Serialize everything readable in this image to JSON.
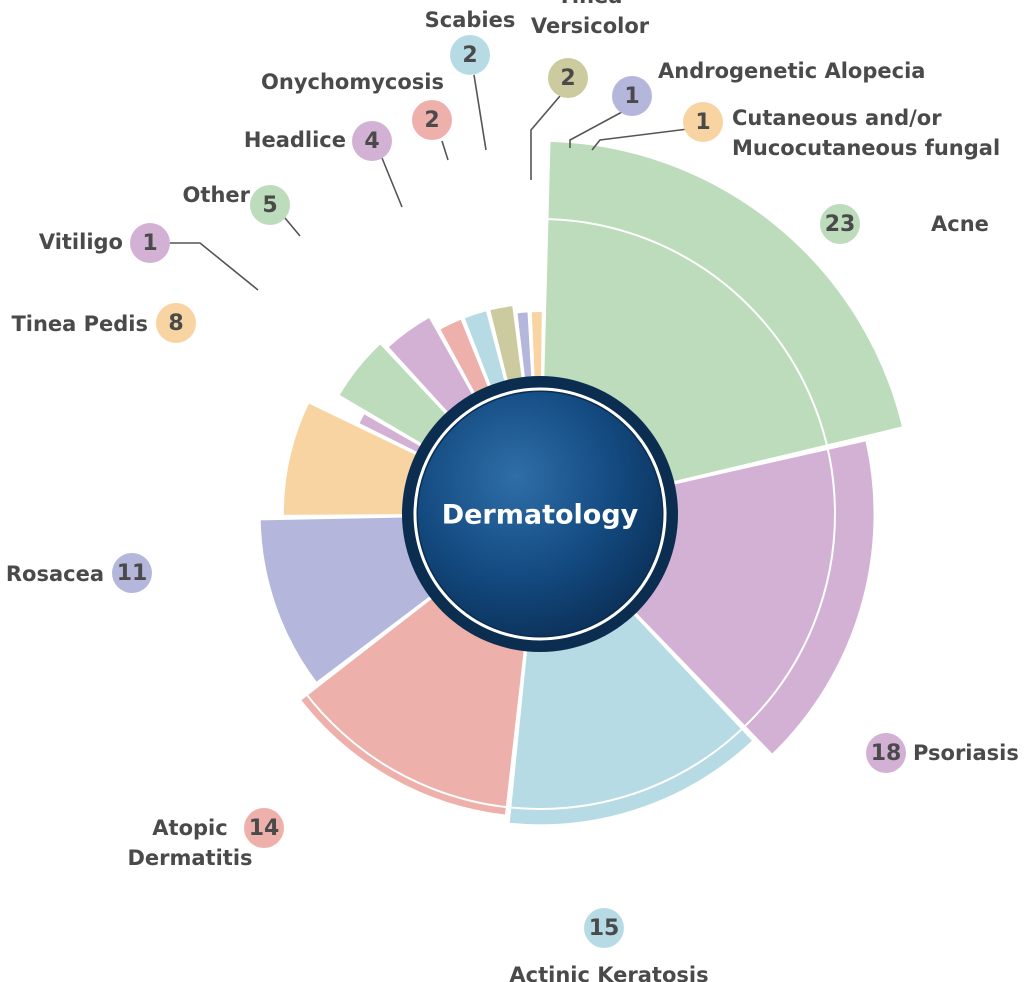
{
  "chart_data": {
    "type": "polar-bar",
    "title": "",
    "center_label": "Dermatology",
    "categories": [
      {
        "name": "Acne",
        "value": 23,
        "color": "#bcdcbb",
        "label_lines": [
          "Acne"
        ]
      },
      {
        "name": "Psoriasis",
        "value": 18,
        "color": "#d3b1d4",
        "label_lines": [
          "Psoriasis"
        ]
      },
      {
        "name": "Actinic Keratosis",
        "value": 15,
        "color": "#b7dbe4",
        "label_lines": [
          "Actinic Keratosis"
        ]
      },
      {
        "name": "Atopic Dermatitis",
        "value": 14,
        "color": "#eeb0ab",
        "label_lines": [
          "Atopic",
          "Dermatitis"
        ]
      },
      {
        "name": "Rosacea",
        "value": 11,
        "color": "#b4b6dc",
        "label_lines": [
          "Rosacea"
        ]
      },
      {
        "name": "Tinea Pedis",
        "value": 8,
        "color": "#f9d4a3",
        "label_lines": [
          "Tinea Pedis"
        ]
      },
      {
        "name": "Vitiligo",
        "value": 1,
        "color": "#d3b1d4",
        "label_lines": [
          "Vitiligo"
        ]
      },
      {
        "name": "Other",
        "value": 5,
        "color": "#bcdcbb",
        "label_lines": [
          "Other"
        ]
      },
      {
        "name": "Headlice",
        "value": 4,
        "color": "#d3b1d4",
        "label_lines": [
          "Headlice"
        ]
      },
      {
        "name": "Onychomycosis",
        "value": 2,
        "color": "#eeb0ab",
        "label_lines": [
          "Onychomycosis"
        ]
      },
      {
        "name": "Scabies",
        "value": 2,
        "color": "#b7dbe4",
        "label_lines": [
          "Scabies"
        ]
      },
      {
        "name": "Tinea Versicolor",
        "value": 2,
        "color": "#cbcb9f",
        "label_lines": [
          "Tinea",
          "Versicolor"
        ]
      },
      {
        "name": "Androgenetic Alopecia",
        "value": 1,
        "color": "#b4b6dc",
        "label_lines": [
          "Androgenetic Alopecia"
        ]
      },
      {
        "name": "Cutaneous and/or Mucocutaneous fungal",
        "value": 1,
        "color": "#f9d4a3",
        "label_lines": [
          "Cutaneous and/or",
          "Mucocutaneous fungal"
        ]
      }
    ]
  }
}
